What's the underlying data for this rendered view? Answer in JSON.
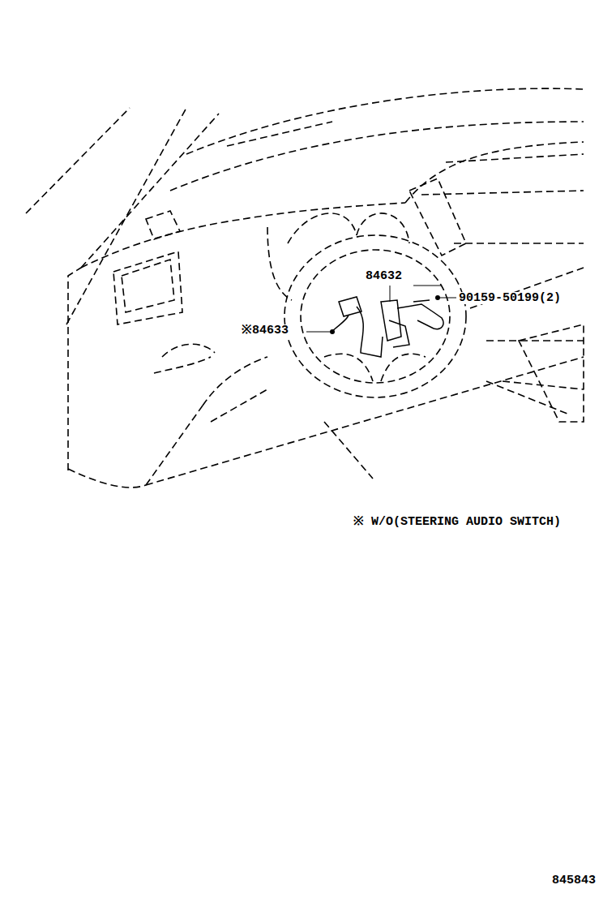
{
  "diagram": {
    "labels": [
      "84632",
      "90159-50199(2)",
      "※84633",
      "※ W/O(STEERING AUDIO SWITCH)",
      "845843"
    ]
  }
}
